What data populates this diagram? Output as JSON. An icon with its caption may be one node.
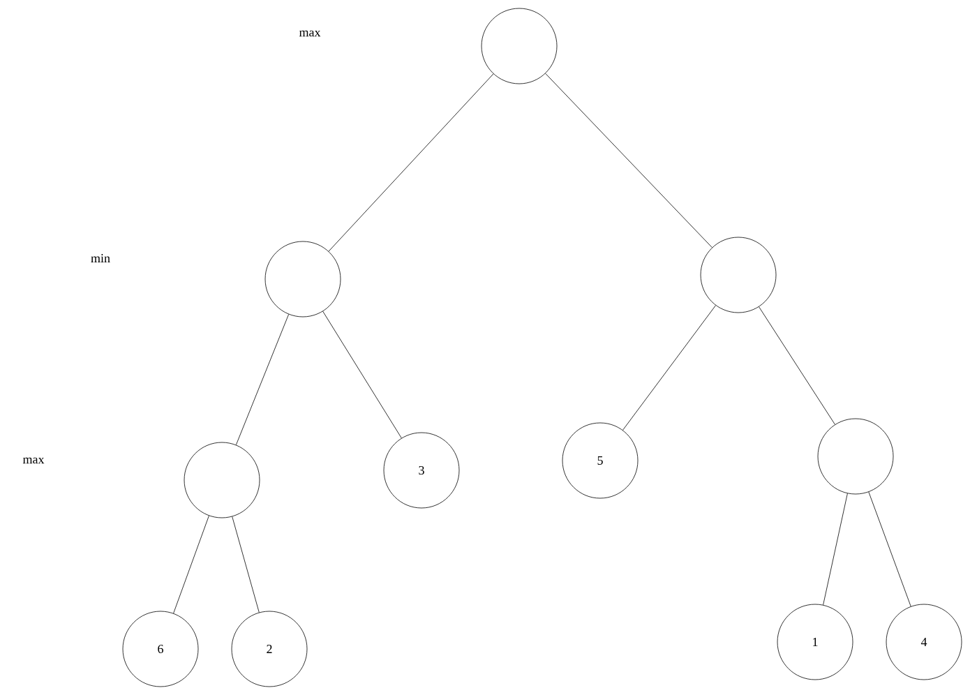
{
  "diagram": {
    "nodes": [
      {
        "text": [],
        "shape": "circle"
      },
      {
        "text": [],
        "shape": "circle"
      },
      {
        "text": [],
        "shape": "circle"
      },
      {
        "text": [],
        "shape": "circle"
      },
      {
        "text": [
          "3"
        ]
      },
      {
        "text": [
          "5"
        ]
      },
      {
        "text": [],
        "shape": "circle"
      },
      {
        "text": [
          "6"
        ]
      },
      {
        "text": [
          "2"
        ]
      },
      {
        "text": [
          "1"
        ]
      },
      {
        "text": [
          "4"
        ]
      }
    ],
    "edges": [
      {
        "from": 0,
        "to": 1,
        "arrow": "none"
      },
      {
        "from": 0,
        "to": 2,
        "arrow": "none"
      },
      {
        "from": 1,
        "to": 3,
        "arrow": "none"
      },
      {
        "from": 1,
        "to": 4,
        "arrow": "none"
      },
      {
        "from": 2,
        "to": 5,
        "arrow": "none"
      },
      {
        "from": 2,
        "to": 6,
        "arrow": "none"
      },
      {
        "from": 3,
        "to": 7,
        "arrow": "none"
      },
      {
        "from": 3,
        "to": 8,
        "arrow": "none"
      },
      {
        "from": 6,
        "to": 9,
        "arrow": "none"
      },
      {
        "from": 6,
        "to": 10,
        "arrow": "none"
      }
    ],
    "labels": [
      "max",
      "min",
      "max"
    ]
  }
}
